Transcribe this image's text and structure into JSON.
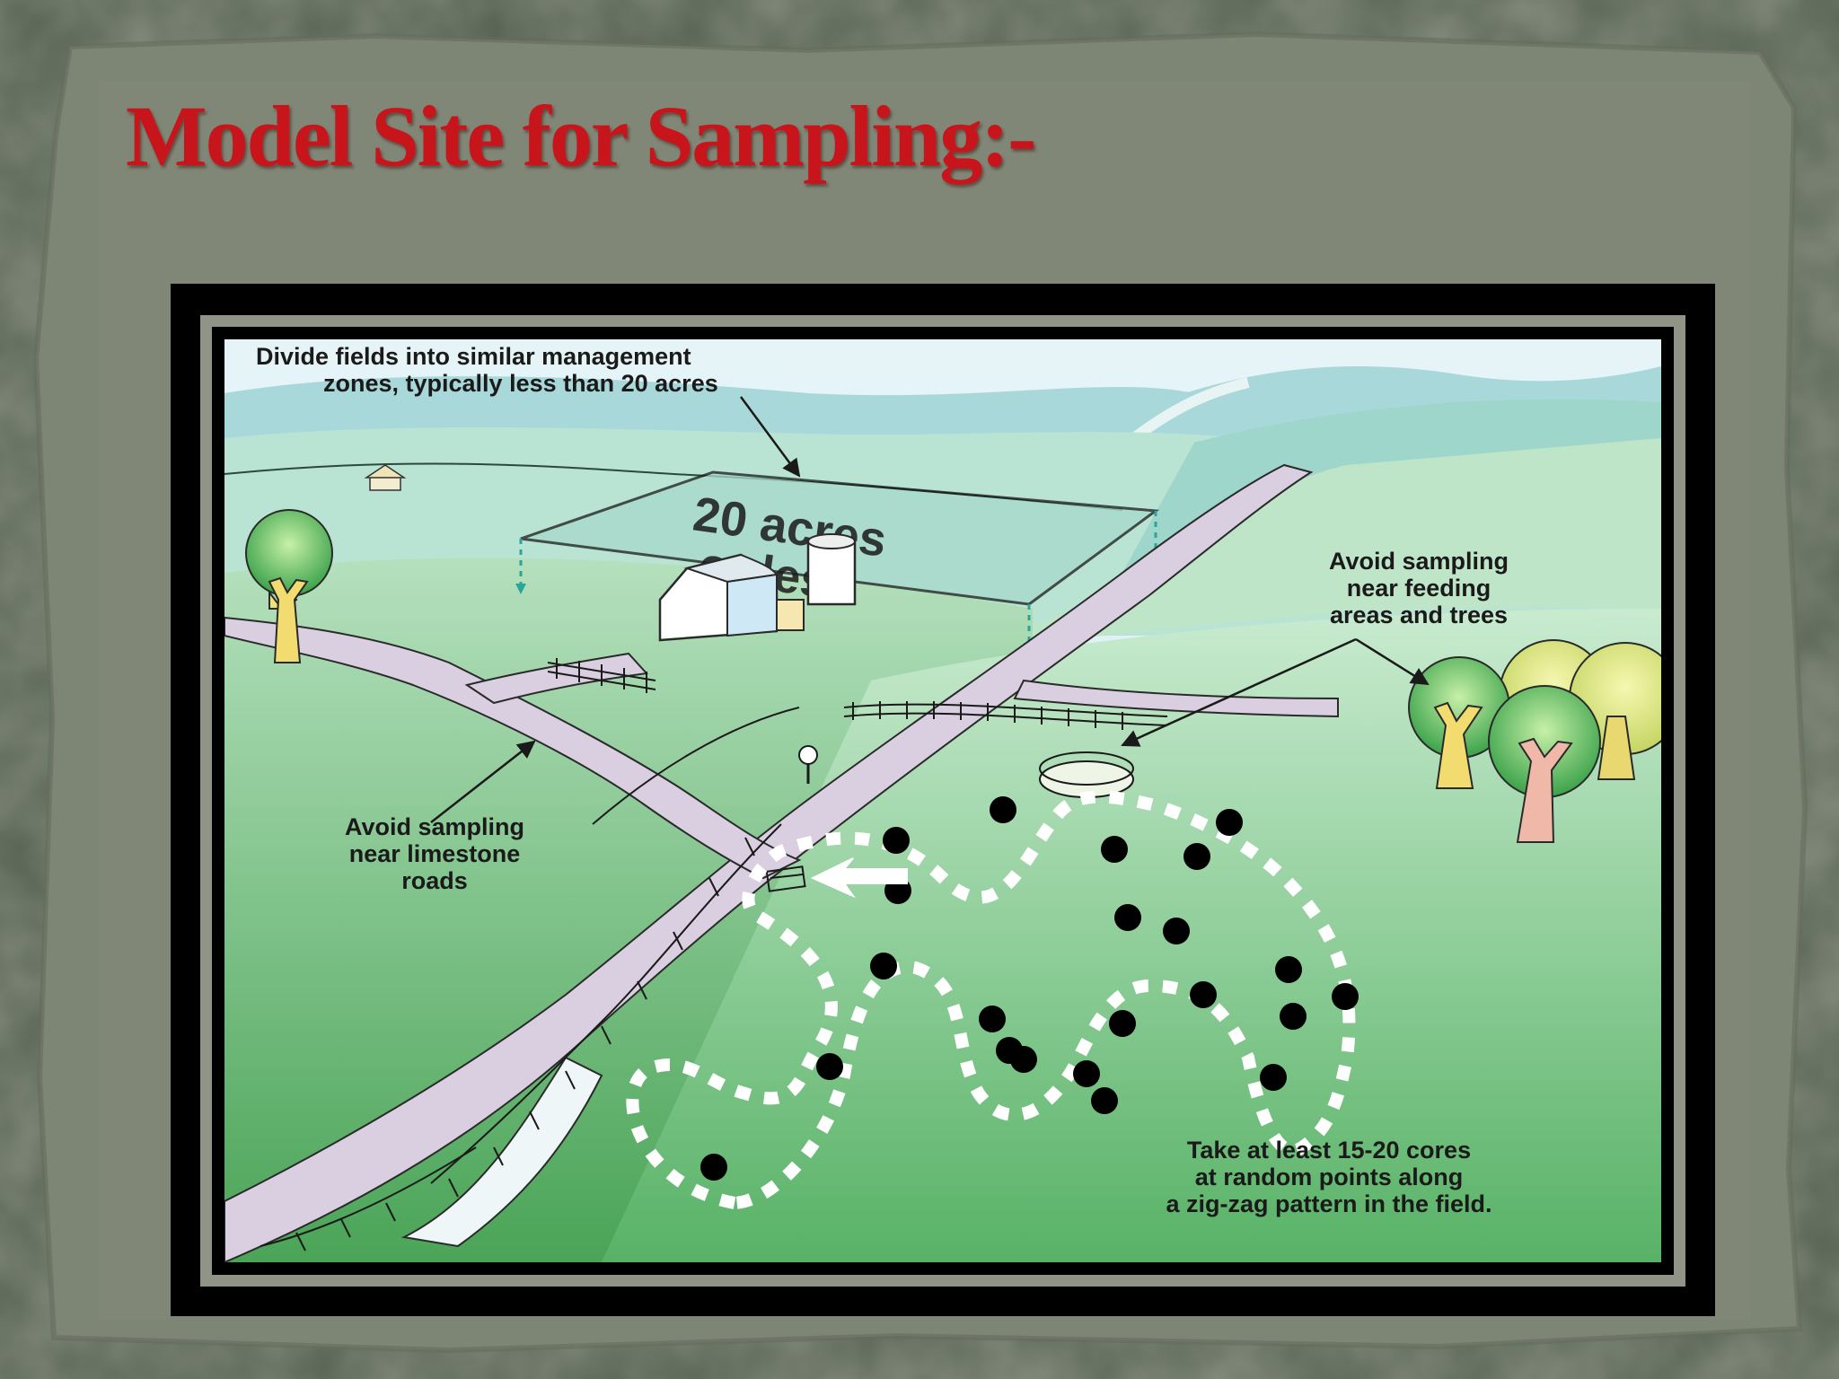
{
  "slide": {
    "title": "Model Site for Sampling:-"
  },
  "diagram": {
    "label_zones_line1": "Divide fields into similar management",
    "label_zones_line2": "zones, typically less than 20 acres",
    "field_text_line1": "20 acres",
    "field_text_line2": "or less",
    "label_feeding_line1": "Avoid sampling",
    "label_feeding_line2": "near feeding",
    "label_feeding_line3": "areas and trees",
    "label_roads_line1": "Avoid sampling",
    "label_roads_line2": "near limestone",
    "label_roads_line3": "roads",
    "label_cores_line1": "Take at least 15-20 cores",
    "label_cores_line2": "at random points along",
    "label_cores_line3": "a zig-zag pattern in the field."
  },
  "colors": {
    "title": "#c8141b",
    "sky": "#d8eef2",
    "hills": "#a9d8da",
    "field_light": "#bfe5c8",
    "field_dark": "#5fb56a",
    "road": "#d9cfe0",
    "core_dot": "#000000"
  }
}
